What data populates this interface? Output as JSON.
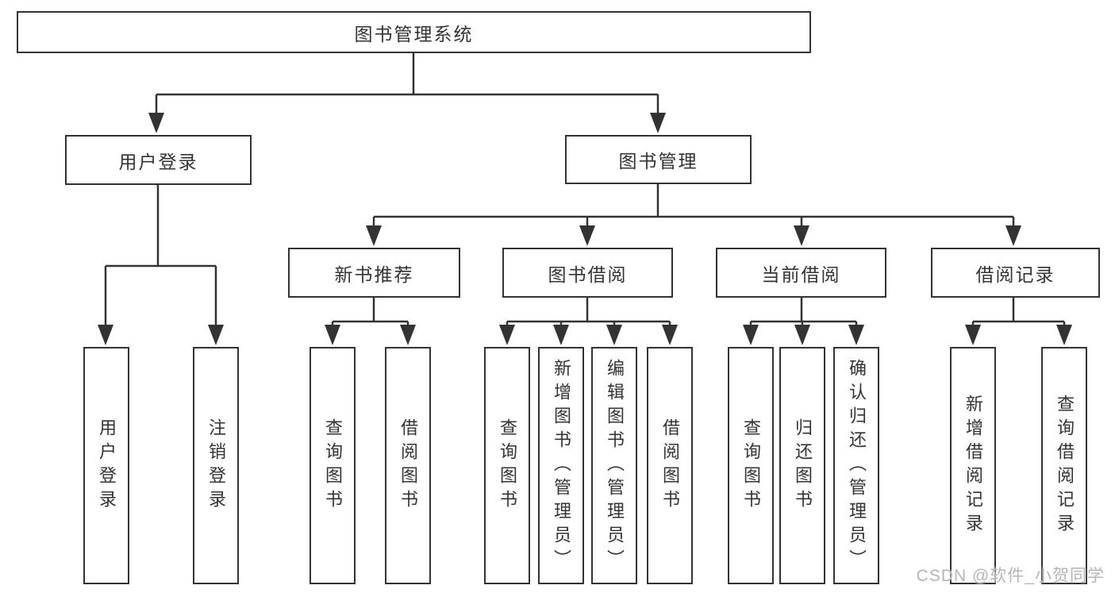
{
  "diagram": {
    "root_label": "图书管理系统",
    "user_login": {
      "label": "用户登录",
      "children": [
        "用户登录",
        "注销登录"
      ]
    },
    "book_management": {
      "label": "图书管理",
      "sections": [
        {
          "label": "新书推荐",
          "children": [
            "查询图书",
            "借阅图书"
          ]
        },
        {
          "label": "图书借阅",
          "children": [
            "查询图书",
            "新增图书（管理员）",
            "编辑图书（管理员）",
            "借阅图书"
          ]
        },
        {
          "label": "当前借阅",
          "children": [
            "查询图书",
            "归还图书",
            "确认归还（管理员）"
          ]
        },
        {
          "label": "借阅记录",
          "children": [
            "新增借阅记录",
            "查询借阅记录"
          ]
        }
      ]
    }
  },
  "watermark": {
    "text": "CSDN @软件_小贺同学"
  },
  "colors": {
    "line": "#333333",
    "text": "#333333",
    "watermark": "#b5b5b5",
    "background": "#ffffff"
  }
}
